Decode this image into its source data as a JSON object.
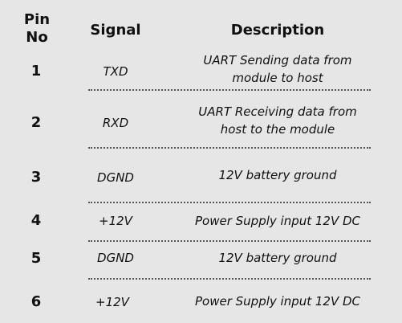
{
  "header": {
    "pin": "Pin\nNo",
    "signal": "Signal",
    "description": "Description"
  },
  "rows": [
    {
      "pin": "1",
      "signal": "TXD",
      "description": "UART Sending data from\nmodule to host"
    },
    {
      "pin": "2",
      "signal": "RXD",
      "description": "UART Receiving data from\nhost to the module"
    },
    {
      "pin": "3",
      "signal": "DGND",
      "description": "12V battery ground"
    },
    {
      "pin": "4",
      "signal": "+12V",
      "description": "Power Supply input 12V DC"
    },
    {
      "pin": "5",
      "signal": "DGND",
      "description": "12V battery ground"
    },
    {
      "pin": "6",
      "signal": "+12V",
      "description": "Power Supply input 12V DC"
    }
  ]
}
